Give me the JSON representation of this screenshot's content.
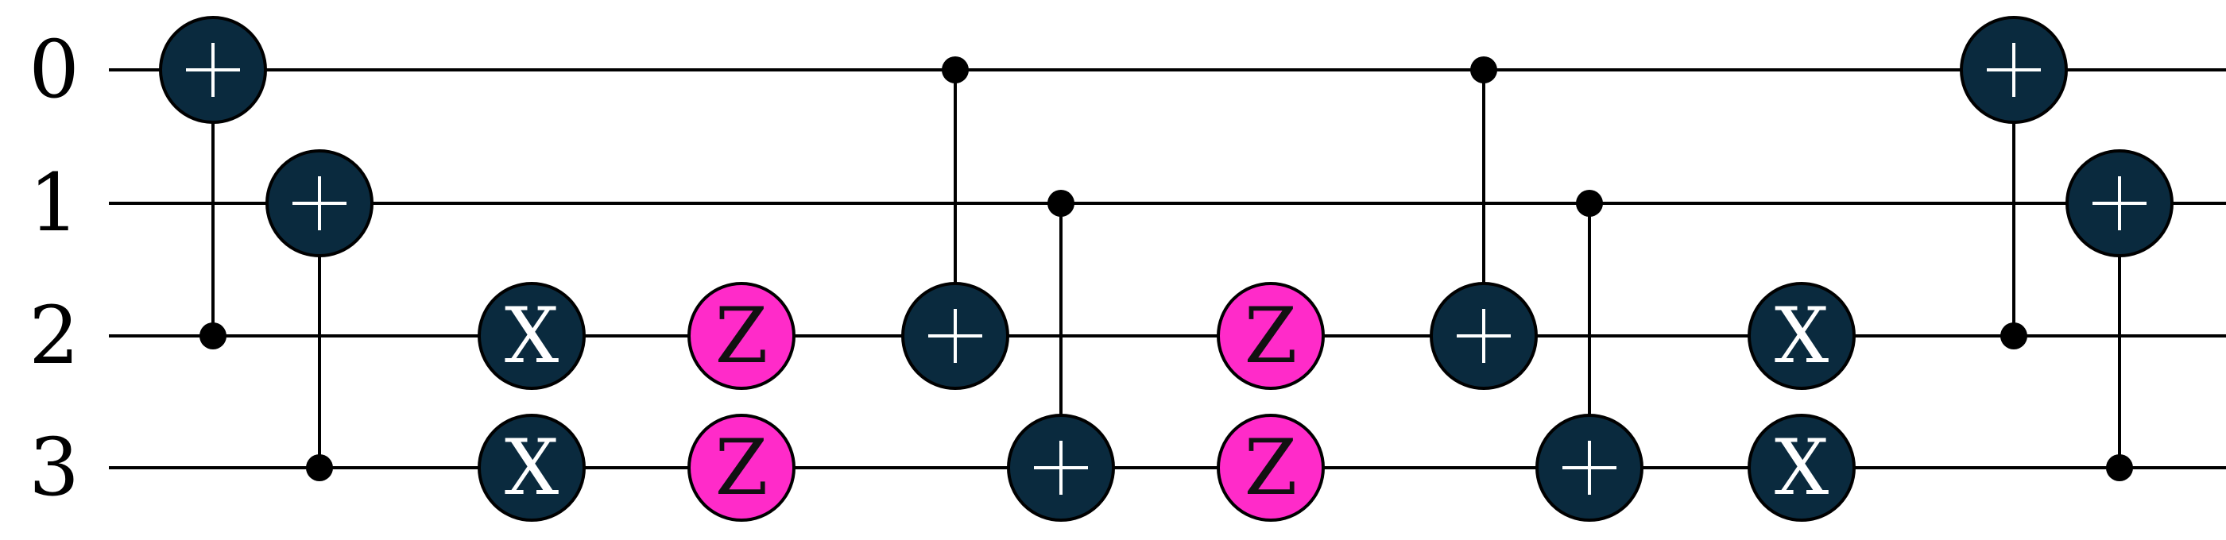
{
  "qubits": [
    "0",
    "1",
    "2",
    "3"
  ],
  "colors": {
    "dark_gate": "#0a2a3e",
    "pink_gate": "#ff2bc9",
    "wire": "#000000"
  },
  "gates": [
    {
      "type": "cnot",
      "target": 0,
      "control": 2
    },
    {
      "type": "cnot",
      "target": 1,
      "control": 3
    },
    {
      "type": "single",
      "label": "X",
      "qubit": 2,
      "style": "dark"
    },
    {
      "type": "single",
      "label": "X",
      "qubit": 3,
      "style": "dark"
    },
    {
      "type": "single",
      "label": "Z",
      "qubit": 2,
      "style": "pink"
    },
    {
      "type": "single",
      "label": "Z",
      "qubit": 3,
      "style": "pink"
    },
    {
      "type": "cnot",
      "target": 2,
      "control": 0
    },
    {
      "type": "cnot",
      "target": 3,
      "control": 1
    },
    {
      "type": "single",
      "label": "Z",
      "qubit": 2,
      "style": "pink"
    },
    {
      "type": "single",
      "label": "Z",
      "qubit": 3,
      "style": "pink"
    },
    {
      "type": "cnot",
      "target": 2,
      "control": 0
    },
    {
      "type": "cnot",
      "target": 3,
      "control": 1
    },
    {
      "type": "single",
      "label": "X",
      "qubit": 2,
      "style": "dark"
    },
    {
      "type": "single",
      "label": "X",
      "qubit": 3,
      "style": "dark"
    },
    {
      "type": "cnot",
      "target": 0,
      "control": 2
    },
    {
      "type": "cnot",
      "target": 1,
      "control": 3
    }
  ]
}
